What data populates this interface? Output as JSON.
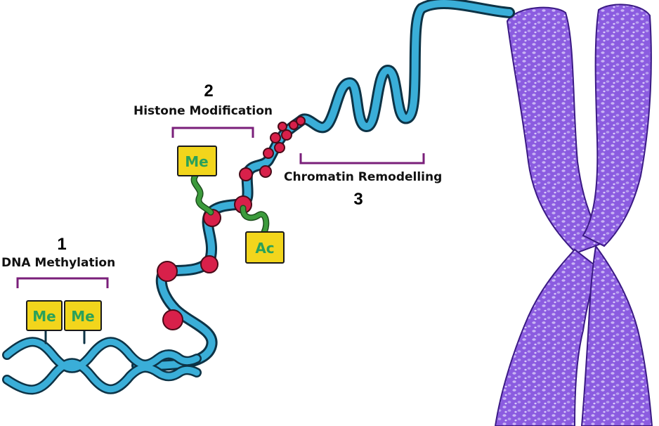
{
  "steps": [
    {
      "number": "1",
      "label": "DNA Methylation"
    },
    {
      "number": "2",
      "label": "Histone Modification"
    },
    {
      "number": "3",
      "label": "Chromatin Remodelling"
    }
  ],
  "tags": {
    "methyl": "Me",
    "acetyl": "Ac"
  },
  "colors": {
    "dna": "#3aaed8",
    "dna_outline": "#0d3346",
    "histone": "#d8204a",
    "tag_fill": "#f2d51c",
    "tag_text": "#2aa15a",
    "linker": "#3c9b3c",
    "bracket": "#7a1f7a",
    "chromosome": "#8b5ce0"
  }
}
